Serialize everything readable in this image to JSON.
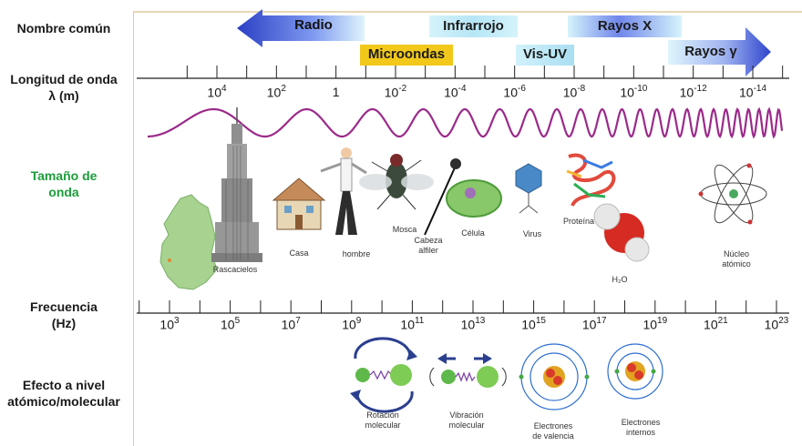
{
  "labels": {
    "common_name": "Nombre común",
    "wavelength_line1": "Longitud de onda",
    "wavelength_line2": "λ (m)",
    "wave_size_line1": "Tamaño de",
    "wave_size_line2": "onda",
    "frequency_line1": "Frecuencia",
    "frequency_line2": "(Hz)",
    "effect_line1": "Efecto a nivel",
    "effect_line2": "atómico/molecular"
  },
  "bands": {
    "radio": "Radio",
    "infrared": "Infrarrojo",
    "xray": "Rayos X",
    "microwave": "Microondas",
    "visuv": "Vis-UV",
    "gamma": "Rayos γ"
  },
  "wavelength_ticks": [
    {
      "base": "10",
      "exp": "4"
    },
    {
      "base": "10",
      "exp": "2"
    },
    {
      "base": "1",
      "exp": ""
    },
    {
      "base": "10",
      "exp": "-2"
    },
    {
      "base": "10",
      "exp": "-4"
    },
    {
      "base": "10",
      "exp": "-6"
    },
    {
      "base": "10",
      "exp": "-8"
    },
    {
      "base": "10",
      "exp": "-10"
    },
    {
      "base": "10",
      "exp": "-12"
    },
    {
      "base": "10",
      "exp": "-14"
    }
  ],
  "frequency_ticks": [
    {
      "base": "10",
      "exp": "3"
    },
    {
      "base": "10",
      "exp": "5"
    },
    {
      "base": "10",
      "exp": "7"
    },
    {
      "base": "10",
      "exp": "9"
    },
    {
      "base": "10",
      "exp": "11"
    },
    {
      "base": "10",
      "exp": "13"
    },
    {
      "base": "10",
      "exp": "15"
    },
    {
      "base": "10",
      "exp": "17"
    },
    {
      "base": "10",
      "exp": "19"
    },
    {
      "base": "10",
      "exp": "21"
    },
    {
      "base": "10",
      "exp": "23"
    }
  ],
  "objects": {
    "skyscraper": "Rascacielos",
    "house": "Casa",
    "man": "hombre",
    "fly": "Mosca",
    "pinhead_1": "Cabeza",
    "pinhead_2": "alfiler",
    "cell": "Célula",
    "virus": "Virus",
    "protein": "Proteína",
    "water": "H₂O",
    "nucleus_1": "Núcleo",
    "nucleus_2": "atómico"
  },
  "effects": {
    "rotation_1": "Rotación",
    "rotation_2": "molecular",
    "vibration_1": "Vibración",
    "vibration_2": "molecular",
    "valence_1": "Electrones",
    "valence_2": "de valencia",
    "inner_1": "Electrones",
    "inner_2": "internos"
  },
  "colors": {
    "label_green": "#1b9e3a",
    "wave": "#9b2a8a",
    "band_blue": "#3c5bd6",
    "band_light": "#bfeaf5",
    "microwave": "#f0c419"
  }
}
